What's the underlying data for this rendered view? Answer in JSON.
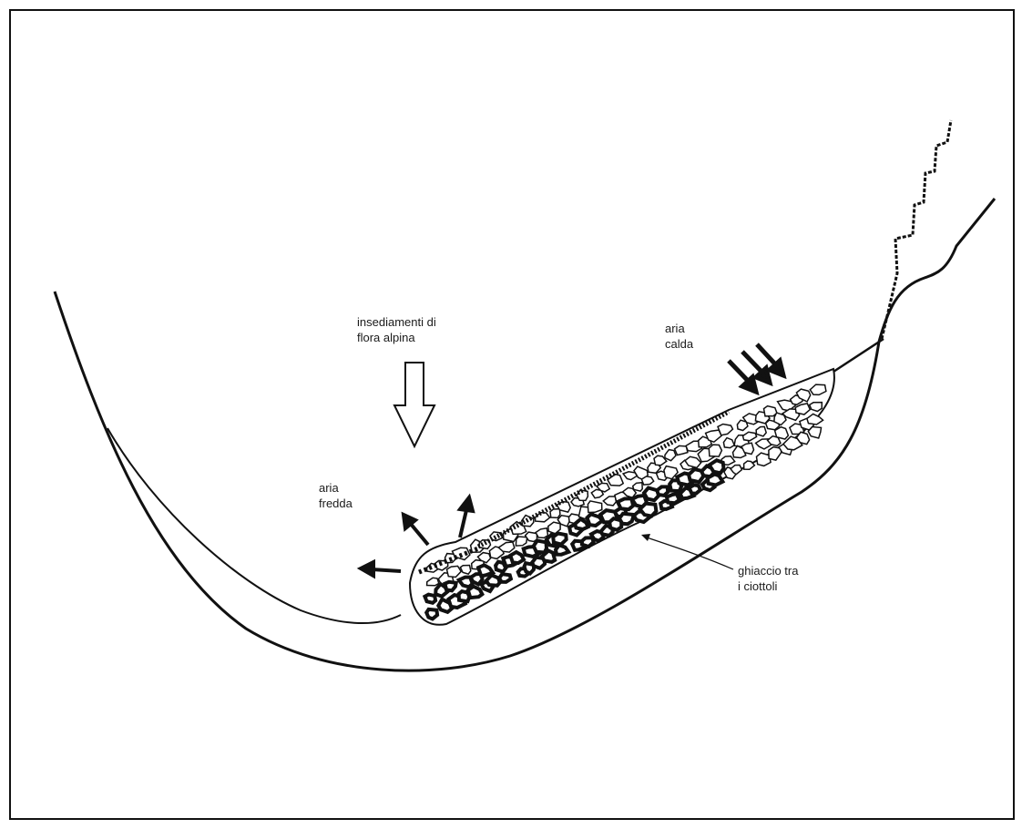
{
  "labels": {
    "flora": "insediamenti di\nflora alpina",
    "warm_air": "aria\ncalda",
    "cold_air": "aria\nfredda",
    "ice": "ghiaccio tra\ni ciottoli"
  },
  "colors": {
    "ink": "#111111",
    "background": "#ffffff"
  }
}
